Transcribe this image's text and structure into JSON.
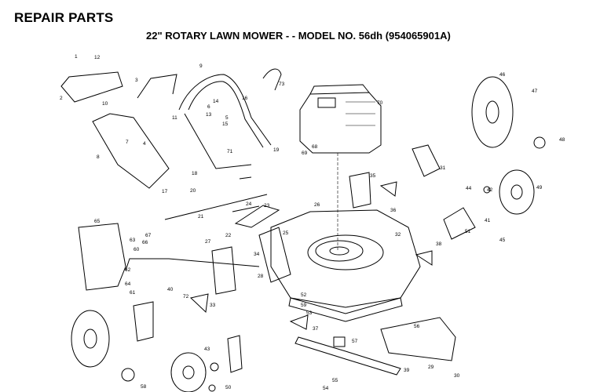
{
  "header": {
    "title": "REPAIR PARTS",
    "subtitle": "22\" ROTARY LAWN MOWER - - MODEL NO. 56dh (954065901A)"
  },
  "callouts": [
    {
      "id": "c1",
      "text": "1"
    },
    {
      "id": "c2",
      "text": "2"
    },
    {
      "id": "c3",
      "text": "3"
    },
    {
      "id": "c4",
      "text": "4"
    },
    {
      "id": "c5",
      "text": "5"
    },
    {
      "id": "c6",
      "text": "6"
    },
    {
      "id": "c7",
      "text": "7"
    },
    {
      "id": "c8",
      "text": "8"
    },
    {
      "id": "c9",
      "text": "9"
    },
    {
      "id": "c10",
      "text": "10"
    },
    {
      "id": "c11",
      "text": "11"
    },
    {
      "id": "c12",
      "text": "12"
    },
    {
      "id": "c13",
      "text": "13"
    },
    {
      "id": "c14",
      "text": "14"
    },
    {
      "id": "c15",
      "text": "15"
    },
    {
      "id": "c16",
      "text": "16"
    },
    {
      "id": "c17",
      "text": "17"
    },
    {
      "id": "c18",
      "text": "18"
    },
    {
      "id": "c19",
      "text": "19"
    },
    {
      "id": "c20",
      "text": "20"
    },
    {
      "id": "c21",
      "text": "21"
    },
    {
      "id": "c22",
      "text": "22"
    },
    {
      "id": "c23",
      "text": "23"
    },
    {
      "id": "c24",
      "text": "24"
    },
    {
      "id": "c25",
      "text": "25"
    },
    {
      "id": "c26",
      "text": "26"
    },
    {
      "id": "c27",
      "text": "27"
    },
    {
      "id": "c28",
      "text": "28"
    },
    {
      "id": "c29",
      "text": "29"
    },
    {
      "id": "c30",
      "text": "30"
    },
    {
      "id": "c31",
      "text": "31"
    },
    {
      "id": "c32",
      "text": "32"
    },
    {
      "id": "c33",
      "text": "33"
    },
    {
      "id": "c34",
      "text": "34"
    },
    {
      "id": "c35",
      "text": "35"
    },
    {
      "id": "c36",
      "text": "36"
    },
    {
      "id": "c37",
      "text": "37"
    },
    {
      "id": "c38",
      "text": "38"
    },
    {
      "id": "c39",
      "text": "39"
    },
    {
      "id": "c40",
      "text": "40"
    },
    {
      "id": "c41",
      "text": "41"
    },
    {
      "id": "c42",
      "text": "42"
    },
    {
      "id": "c43",
      "text": "43"
    },
    {
      "id": "c44",
      "text": "44"
    },
    {
      "id": "c45",
      "text": "45"
    },
    {
      "id": "c46",
      "text": "46"
    },
    {
      "id": "c47",
      "text": "47"
    },
    {
      "id": "c48",
      "text": "48"
    },
    {
      "id": "c49",
      "text": "49"
    },
    {
      "id": "c50",
      "text": "50"
    },
    {
      "id": "c51",
      "text": "51"
    },
    {
      "id": "c52",
      "text": "52"
    },
    {
      "id": "c53",
      "text": "53"
    },
    {
      "id": "c54",
      "text": "54"
    },
    {
      "id": "c55",
      "text": "55"
    },
    {
      "id": "c56",
      "text": "56"
    },
    {
      "id": "c57",
      "text": "57"
    },
    {
      "id": "c58",
      "text": "58"
    },
    {
      "id": "c59",
      "text": "59"
    },
    {
      "id": "c60",
      "text": "60"
    },
    {
      "id": "c61",
      "text": "61"
    },
    {
      "id": "c62",
      "text": "62"
    },
    {
      "id": "c63",
      "text": "63"
    },
    {
      "id": "c64",
      "text": "64"
    },
    {
      "id": "c65",
      "text": "65"
    },
    {
      "id": "c66",
      "text": "66"
    },
    {
      "id": "c67",
      "text": "67"
    },
    {
      "id": "c68",
      "text": "68"
    },
    {
      "id": "c69",
      "text": "69"
    },
    {
      "id": "c70",
      "text": "70"
    },
    {
      "id": "c71",
      "text": "71"
    },
    {
      "id": "c72",
      "text": "72"
    },
    {
      "id": "c73",
      "text": "73"
    }
  ]
}
